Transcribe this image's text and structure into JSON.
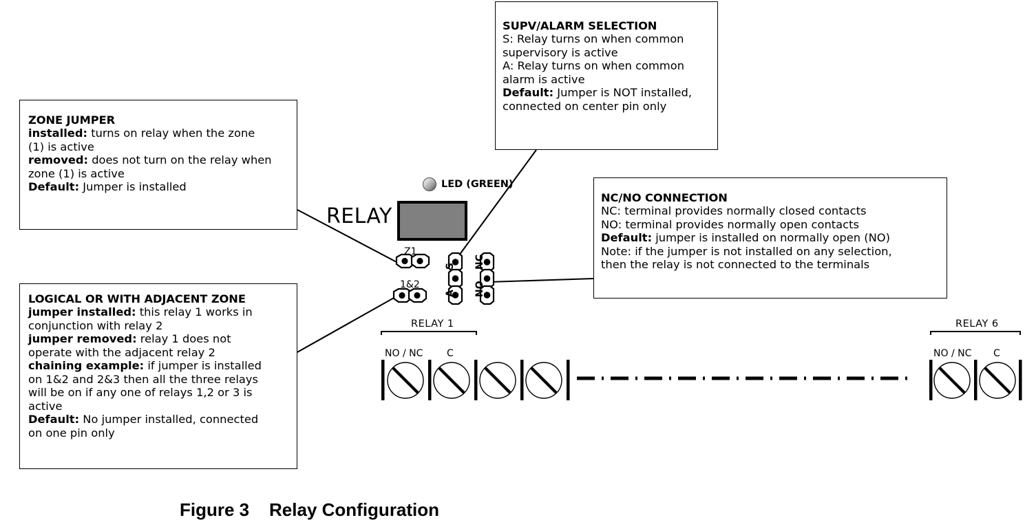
{
  "figure": {
    "caption_number": "Figure 3",
    "caption_title": "Relay Configuration",
    "caption_full": "Figure 3    Relay Configuration"
  },
  "callouts": {
    "zone_jumper": {
      "title": "ZONE JUMPER",
      "lines": [
        {
          "label": "installed:",
          "text": " turns on relay when the zone"
        },
        {
          "label": "",
          "text": "(1) is active"
        },
        {
          "label": "removed:",
          "text": " does not turn on the relay when"
        },
        {
          "label": "",
          "text": "zone (1) is active"
        },
        {
          "label": "Default:",
          "text": " Jumper is installed"
        }
      ]
    },
    "supv_alarm_selection": {
      "title": "SUPV/ALARM SELECTION",
      "lines": [
        {
          "label": "",
          "text": "S: Relay turns on when common"
        },
        {
          "label": "",
          "text": "supervisory is active"
        },
        {
          "label": "",
          "text": "A: Relay turns on when common"
        },
        {
          "label": "",
          "text": "alarm is active"
        },
        {
          "label": "Default:",
          "text": "  Jumper is NOT installed,"
        },
        {
          "label": "",
          "text": "connected on center pin only"
        }
      ]
    },
    "nc_no_connection": {
      "title": "NC/NO CONNECTION",
      "lines": [
        {
          "label": "",
          "text": "NC: terminal provides normally closed contacts"
        },
        {
          "label": "",
          "text": "NO: terminal provides normally open contacts"
        },
        {
          "label": "Default:",
          "text": " jumper is installed on normally open (NO)"
        },
        {
          "label": "",
          "text": "Note: if the jumper is not installed on any selection,"
        },
        {
          "label": "",
          "text": "then the relay is not connected to the terminals"
        }
      ]
    },
    "logical_or": {
      "title": "LOGICAL OR WITH ADJACENT ZONE",
      "lines": [
        {
          "label": "jumper installed:",
          "text": " this relay 1 works in"
        },
        {
          "label": "",
          "text": "conjunction with relay 2"
        },
        {
          "label": "jumper removed:",
          "text": " relay 1 does not"
        },
        {
          "label": "",
          "text": "operate with the adjacent relay 2"
        },
        {
          "label": "chaining example:",
          "text": " if jumper is installed"
        },
        {
          "label": "",
          "text": "on 1&2 and 2&3 then all the three relays"
        },
        {
          "label": "",
          "text": " will be on if any one of relays 1,2 or 3 is"
        },
        {
          "label": "",
          "text": "active"
        },
        {
          "label": "Default:",
          "text": " No jumper installed, connected"
        },
        {
          "label": "",
          "text": "on one pin only"
        }
      ]
    }
  },
  "board": {
    "relay_label": "RELAY",
    "led_label": "LED (GREEN)",
    "relay_body_color": "#808080",
    "jumper_pads": [
      {
        "name": "Z1",
        "label": "Z1"
      },
      {
        "name": "1and2",
        "label": "1&2"
      }
    ],
    "header_left": {
      "top_label": "S",
      "bottom_label": "A",
      "pin_count": 3
    },
    "header_right": {
      "top_label": "NC",
      "bottom_label": "NO",
      "pin_count": 3
    }
  },
  "terminal_strips": [
    {
      "title": "RELAY  1",
      "terminals": [
        "NO / NC",
        "C"
      ],
      "extra_screws": 2
    },
    {
      "title": "RELAY  6",
      "terminals": [
        "NO / NC",
        "C"
      ],
      "extra_screws": 0
    }
  ]
}
